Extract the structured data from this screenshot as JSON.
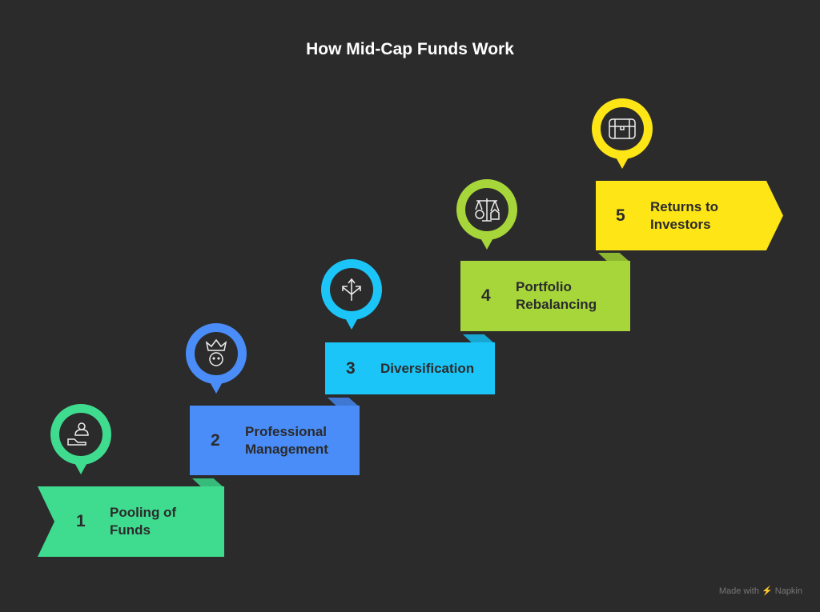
{
  "title": "How Mid-Cap Funds Work",
  "steps": [
    {
      "number": "1",
      "label": "Pooling of Funds",
      "icon": "people-hand-icon",
      "color": "#3fdc90"
    },
    {
      "number": "2",
      "label": "Professional Management",
      "icon": "crown-person-icon",
      "color": "#4a8df8"
    },
    {
      "number": "3",
      "label": "Diversification",
      "icon": "diverging-arrows-icon",
      "color": "#1bc5f8"
    },
    {
      "number": "4",
      "label": "Portfolio Rebalancing",
      "icon": "balance-scale-icon",
      "color": "#a6d63a"
    },
    {
      "number": "5",
      "label": "Returns to Investors",
      "icon": "treasure-chest-icon",
      "color": "#fde516"
    }
  ],
  "footer": "Made with ⚡ Napkin"
}
